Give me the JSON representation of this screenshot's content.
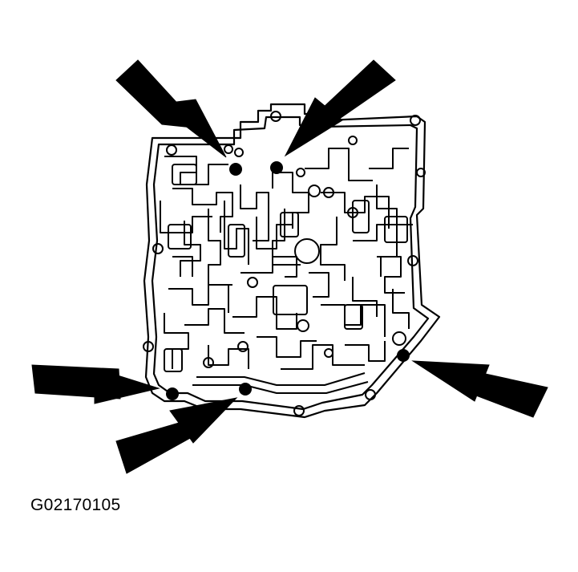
{
  "figure": {
    "id_label": "G02170105",
    "subject": "valve-body-separator-plate",
    "callout_count": 5,
    "colors": {
      "ink": "#000000",
      "paper": "#ffffff"
    }
  }
}
